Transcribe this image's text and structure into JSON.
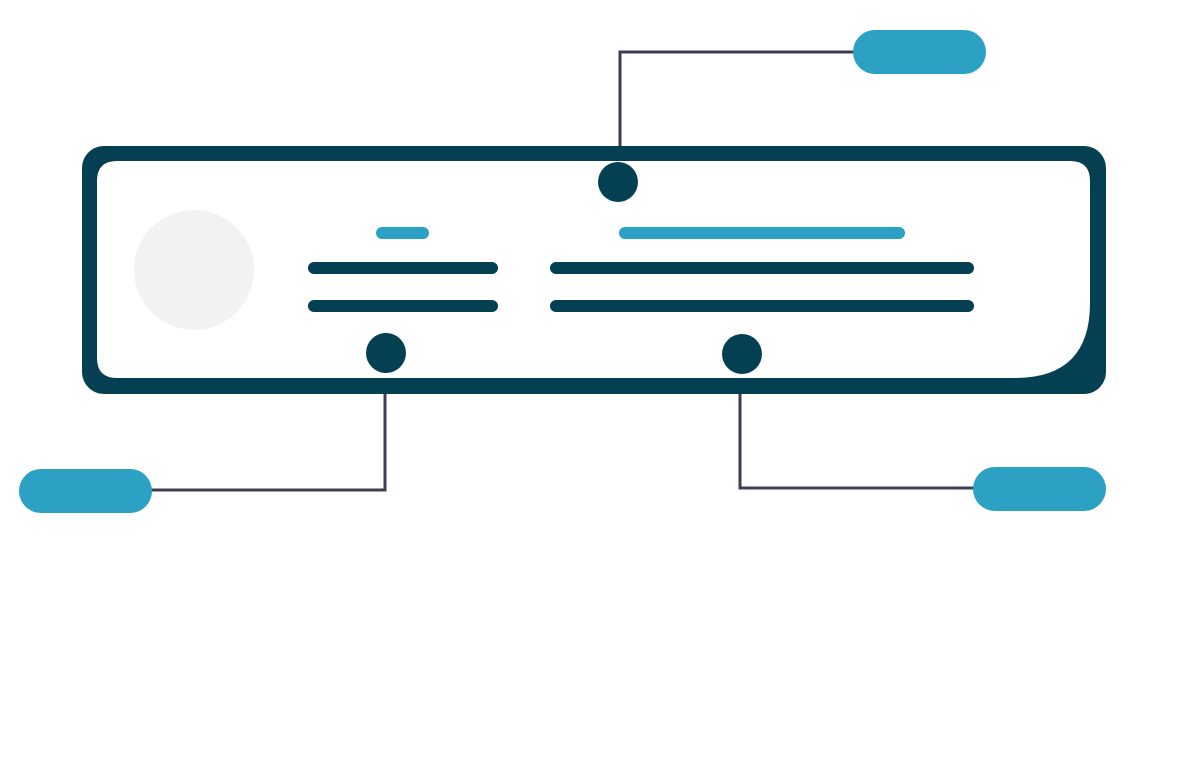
{
  "illustration": {
    "kind": "ui-component-callout-illustration",
    "card": {
      "frame_color": "#053f52",
      "fill_color": "#ffffff",
      "avatar_color": "#f2f2f2",
      "accent_line_color": "#2ca1c3",
      "text_line_color": "#053f52"
    },
    "callouts": {
      "count": 3,
      "marker_color": "#053f52",
      "connector_color": "#3f3d56",
      "pill_color": "#2ca1c3",
      "targets": [
        "top-center",
        "left-text-block",
        "right-text-block"
      ]
    }
  }
}
